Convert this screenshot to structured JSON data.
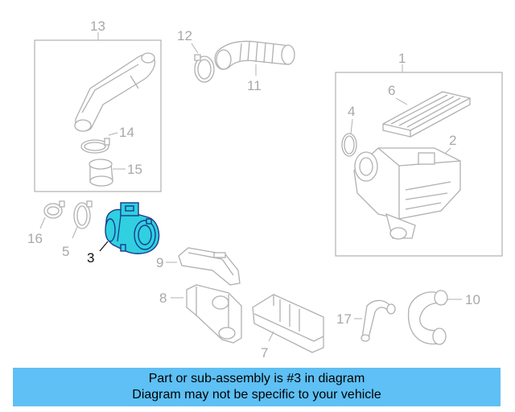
{
  "callouts": {
    "c1": "1",
    "c2": "2",
    "c3": "3",
    "c4": "4",
    "c5": "5",
    "c6": "6",
    "c7": "7",
    "c8": "8",
    "c9": "9",
    "c10": "10",
    "c11": "11",
    "c12": "12",
    "c13": "13",
    "c14": "14",
    "c15": "15",
    "c16": "16",
    "c17": "17"
  },
  "highlight": {
    "part": "3",
    "fill_color": "#30d0e0",
    "outline_color": "#1a3a8a"
  },
  "footer": {
    "line1": "Part or sub-assembly is #3 in diagram",
    "line2": "Diagram may not be specific to your vehicle",
    "background_color": "#5ec0f4"
  }
}
